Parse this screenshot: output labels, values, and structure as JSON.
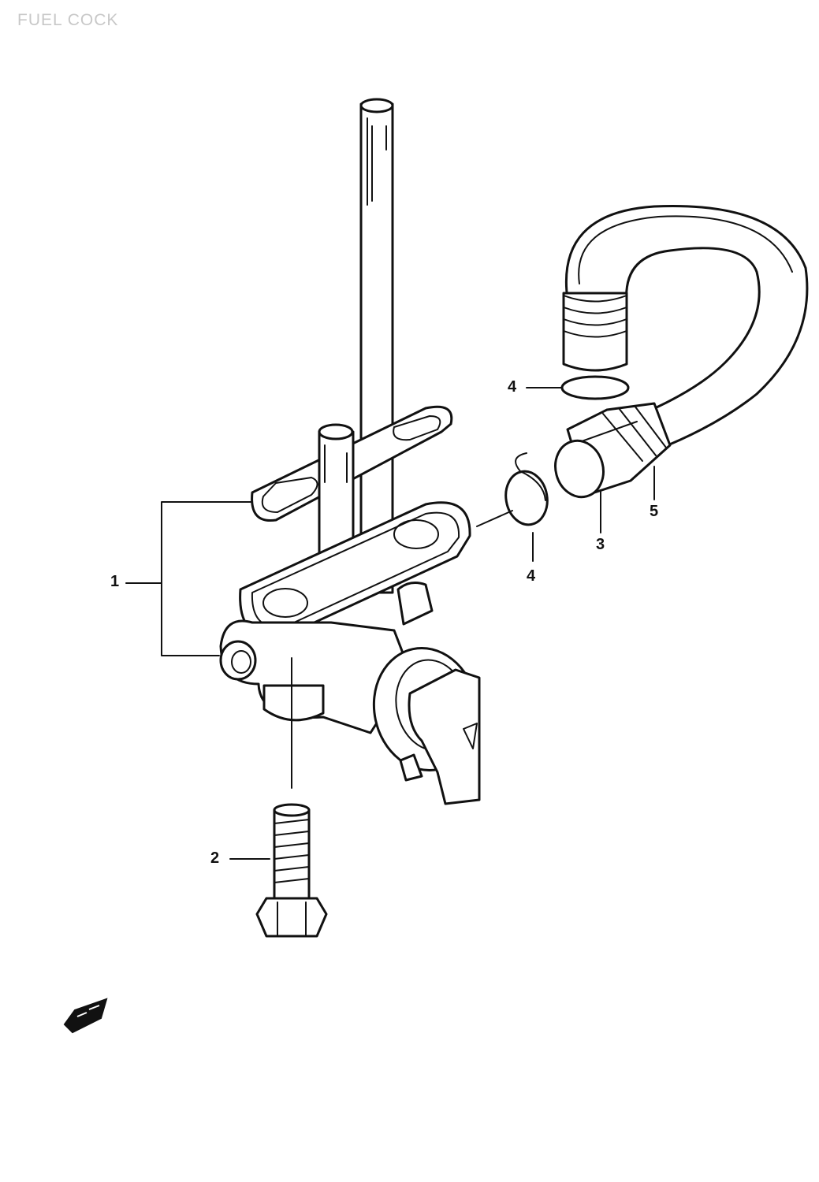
{
  "title": "FUEL COCK",
  "callouts": [
    {
      "id": "c1",
      "label": "1"
    },
    {
      "id": "c2",
      "label": "2"
    },
    {
      "id": "c3",
      "label": "3"
    },
    {
      "id": "c4a",
      "label": "4"
    },
    {
      "id": "c4b",
      "label": "4"
    },
    {
      "id": "c5",
      "label": "5"
    }
  ],
  "colors": {
    "ink": "#111111",
    "title": "#c8c8c8",
    "paper": "#ffffff"
  }
}
